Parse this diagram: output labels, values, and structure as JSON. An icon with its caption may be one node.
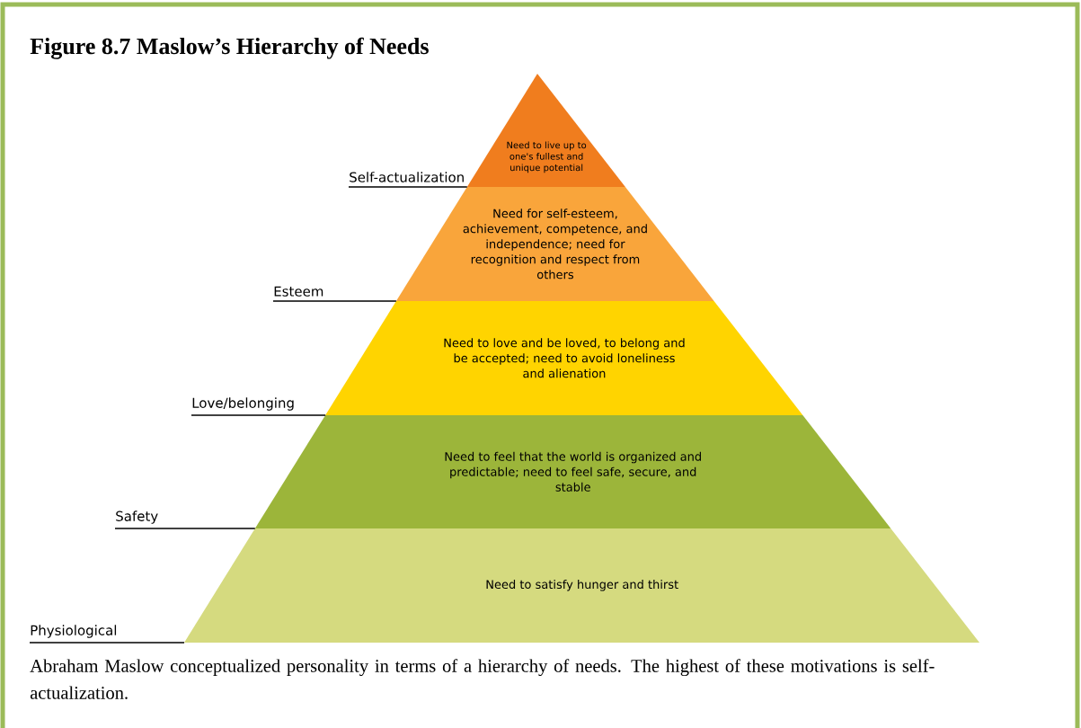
{
  "diagram": {
    "title": "Figure 8.7 Maslow’s Hierarchy of Needs",
    "caption": "Abraham Maslow conceptualized personality in terms of a hierarchy of needs. The highest of these motivations is self-actualization.",
    "nodes": [
      {
        "text": [
          "Need to live up to one's fullest and unique potential"
        ]
      },
      {
        "text": [
          "Need for self-esteem, achievement, competence, and independence; need for recognition and respect from others"
        ]
      },
      {
        "text": [
          "Need to love and be loved, to belong and be accepted; need to avoid loneliness and alienation"
        ]
      },
      {
        "text": [
          "Need to feel that the world is organized and predictable; need to feel safe, secure, and stable"
        ]
      },
      {
        "text": [
          "Need to satisfy hunger and thirst"
        ]
      },
      {
        "text": [
          "Self-actualization"
        ]
      },
      {
        "text": [
          "Esteem"
        ]
      },
      {
        "text": [
          "Love/belonging"
        ]
      },
      {
        "text": [
          "Safety"
        ]
      },
      {
        "text": [
          "Physiological"
        ]
      }
    ],
    "edges": [
      {
        "from": 5,
        "to": 0,
        "arrow": "none"
      },
      {
        "from": 6,
        "to": 1,
        "arrow": "none"
      },
      {
        "from": 7,
        "to": 2,
        "arrow": "none"
      },
      {
        "from": 8,
        "to": 3,
        "arrow": "none"
      },
      {
        "from": 9,
        "to": 4,
        "arrow": "none"
      }
    ]
  }
}
